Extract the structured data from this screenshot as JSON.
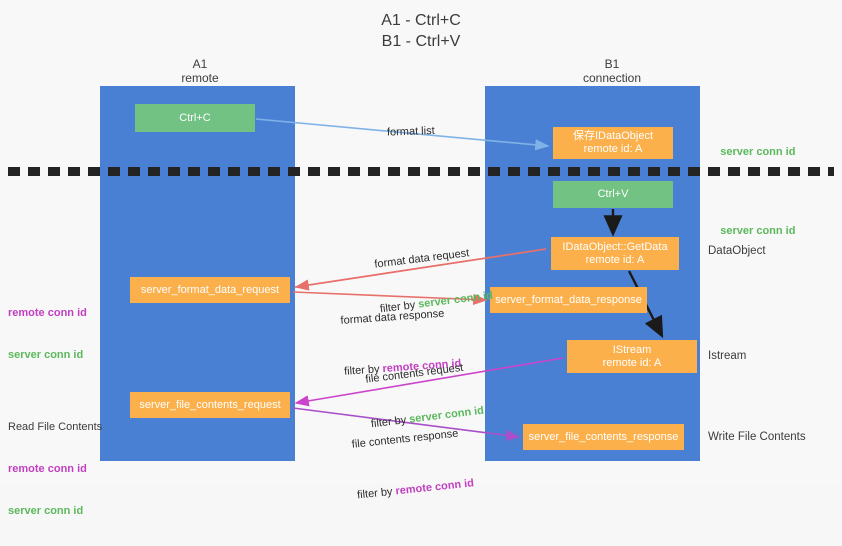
{
  "title": "A1 - Ctrl+C\nB1 - Ctrl+V",
  "columns": {
    "left": {
      "name": "A1",
      "role": "remote",
      "header": "A1\nremote"
    },
    "right": {
      "name": "B1",
      "role": "connection",
      "header": "B1\nconnection"
    }
  },
  "boxes": {
    "ctrl_c": {
      "label": "Ctrl+C",
      "color": "#72c283",
      "lane": "A1"
    },
    "save_idataobject": {
      "line1": "保存IDataObject",
      "line2": "remote id: A",
      "color": "#fbb04c",
      "lane": "B1"
    },
    "ctrl_v": {
      "label": "Ctrl+V",
      "color": "#72c283",
      "lane": "B1"
    },
    "getdata": {
      "line1": "IDataObject::GetData",
      "line2": "remote id: A",
      "color": "#fbb04c",
      "lane": "B1"
    },
    "istream": {
      "line1": "IStream",
      "line2": "remote id: A",
      "color": "#fbb04c",
      "lane": "B1"
    },
    "format_data_request": {
      "label": "server_format_data_request",
      "color": "#fbb04c",
      "lane": "A1"
    },
    "format_data_response": {
      "label": "server_format_data_response",
      "color": "#fbb04c",
      "lane": "B1"
    },
    "file_contents_request": {
      "label": "server_file_contents_request",
      "color": "#fbb04c",
      "lane": "A1"
    },
    "file_contents_response": {
      "label": "server_file_contents_response",
      "color": "#fbb04c",
      "lane": "B1"
    }
  },
  "right_notes": {
    "server_conn_id_top": "server conn id",
    "server_conn_id_mid": "server conn id",
    "dataobject": "DataObject",
    "istream": "Istream",
    "write_file_contents": "Write File Contents"
  },
  "left_notes": {
    "format_remote": "remote conn id",
    "format_server": "server conn id",
    "read_file_contents": "Read File Contents",
    "file_remote": "remote conn id",
    "file_server": "server conn id"
  },
  "arrow_labels": {
    "format_list": "format list",
    "format_data_request": {
      "line1": "format data request",
      "filter_prefix": "filter by ",
      "filter_key": "server conn id"
    },
    "format_data_response": {
      "line1": "format data response",
      "filter_prefix": "filter by ",
      "filter_key": "remote conn id"
    },
    "file_contents_request": {
      "line1": "file contents request",
      "filter_prefix": "filter by ",
      "filter_key": "server conn id"
    },
    "file_contents_response": {
      "line1": "file contents response",
      "filter_prefix": "filter by ",
      "filter_key": "remote conn id"
    }
  },
  "colors": {
    "lane_blue": "#4a80d4",
    "box_green": "#72c283",
    "box_orange": "#fbb04c",
    "server_conn_id": "#5cb85c",
    "remote_conn_id": "#c23fc2",
    "arrow_light_blue": "#7fb3e8",
    "arrow_red": "#e8706a",
    "arrow_magenta": "#cc44cc",
    "arrow_purple": "#9b4fc9",
    "arrow_black": "#1a1a1a",
    "separator": "#242424",
    "background": "#f8f8f8"
  }
}
